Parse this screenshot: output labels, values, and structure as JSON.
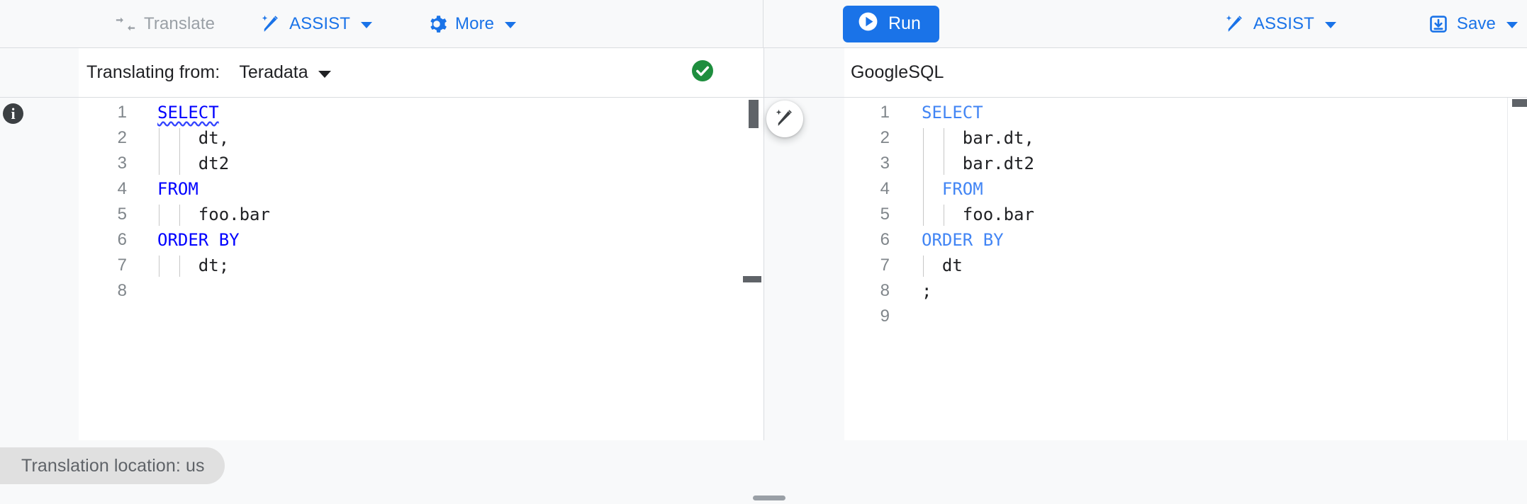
{
  "toolbar": {
    "left": [
      {
        "label": "Translate",
        "icon": "translate-swap-icon",
        "enabled": false,
        "dropdown": false
      },
      {
        "label": "ASSIST",
        "icon": "magic-wand-icon",
        "enabled": true,
        "dropdown": true
      },
      {
        "label": "More",
        "icon": "gear-icon",
        "enabled": true,
        "dropdown": true
      }
    ],
    "right": {
      "run_label": "Run",
      "run_icon": "play-circle-icon",
      "assist_label": "ASSIST",
      "assist_icon": "magic-wand-icon",
      "save_label": "Save",
      "save_icon": "save-download-icon",
      "overflow_icon": "more-vert-icon"
    }
  },
  "left_pane": {
    "header_label": "Translating from:",
    "dialect": "Teradata",
    "status_icon": "check-circle-icon",
    "status_color": "#1e8e3e",
    "info_icon": "info-icon",
    "code": [
      {
        "n": "1",
        "indent": 0,
        "tokens": [
          {
            "t": "SELECT",
            "k": "kw-hard squiggle"
          }
        ]
      },
      {
        "n": "2",
        "indent": 2,
        "tokens": [
          {
            "t": "dt,",
            "k": ""
          }
        ]
      },
      {
        "n": "3",
        "indent": 2,
        "tokens": [
          {
            "t": "dt2",
            "k": ""
          }
        ]
      },
      {
        "n": "4",
        "indent": 0,
        "tokens": [
          {
            "t": "FROM",
            "k": "kw-hard"
          }
        ]
      },
      {
        "n": "5",
        "indent": 2,
        "tokens": [
          {
            "t": "foo.bar",
            "k": ""
          }
        ]
      },
      {
        "n": "6",
        "indent": 0,
        "tokens": [
          {
            "t": "ORDER BY",
            "k": "kw-hard"
          }
        ]
      },
      {
        "n": "7",
        "indent": 2,
        "tokens": [
          {
            "t": "dt;",
            "k": ""
          }
        ]
      },
      {
        "n": "8",
        "indent": 0,
        "tokens": []
      }
    ]
  },
  "right_pane": {
    "dialect": "GoogleSQL",
    "assist_fab_icon": "magic-wand-icon",
    "code": [
      {
        "n": "1",
        "indent": 0,
        "tokens": [
          {
            "t": "SELECT",
            "k": "kw-soft"
          }
        ]
      },
      {
        "n": "2",
        "indent": 2,
        "tokens": [
          {
            "t": "bar.dt,",
            "k": ""
          }
        ]
      },
      {
        "n": "3",
        "indent": 2,
        "tokens": [
          {
            "t": "bar.dt2",
            "k": ""
          }
        ]
      },
      {
        "n": "4",
        "indent": 1,
        "tokens": [
          {
            "t": "FROM",
            "k": "kw-soft"
          }
        ]
      },
      {
        "n": "5",
        "indent": 2,
        "tokens": [
          {
            "t": "foo.bar",
            "k": ""
          }
        ]
      },
      {
        "n": "6",
        "indent": 0,
        "tokens": [
          {
            "t": "ORDER BY",
            "k": "kw-soft"
          }
        ]
      },
      {
        "n": "7",
        "indent": 1,
        "tokens": [
          {
            "t": "dt",
            "k": ""
          }
        ]
      },
      {
        "n": "8",
        "indent": 0,
        "tokens": [
          {
            "t": ";",
            "k": ""
          }
        ]
      },
      {
        "n": "9",
        "indent": 0,
        "tokens": []
      }
    ]
  },
  "status_bar": {
    "location_label": "Translation location: us"
  },
  "colors": {
    "accent_blue": "#1a73e8",
    "keyword_hard_blue": "#0000ff",
    "keyword_soft_blue": "#4285f4",
    "success_green": "#1e8e3e",
    "disabled_gray": "#9aa0a6",
    "surface": "#f8f9fa"
  }
}
